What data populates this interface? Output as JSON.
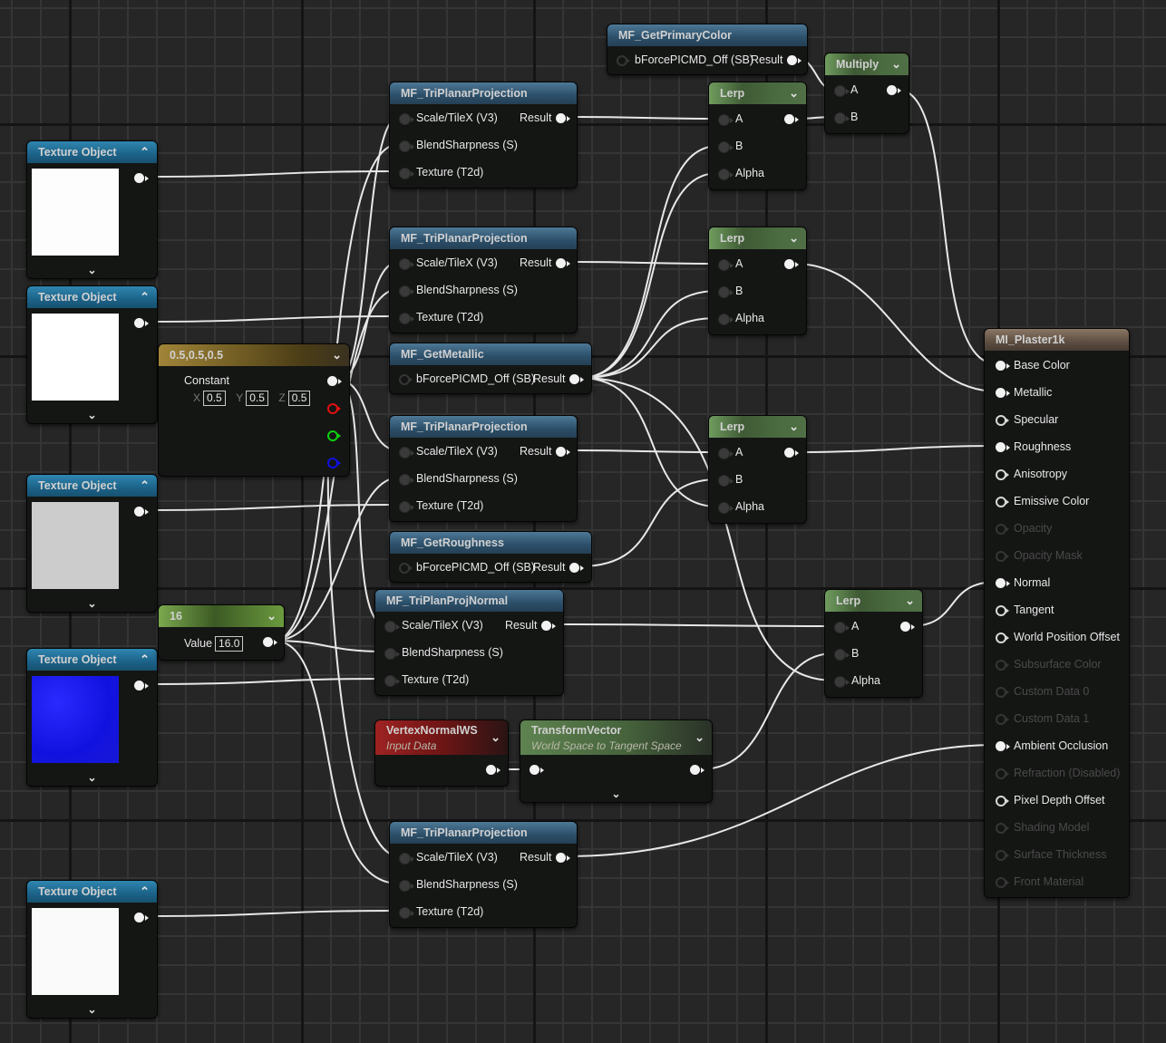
{
  "textures": [
    {
      "title": "Texture Object",
      "preview_color": "#fdfdfd"
    },
    {
      "title": "Texture Object",
      "preview_color": "#ffffff"
    },
    {
      "title": "Texture Object",
      "preview_color": "#cccccc"
    },
    {
      "title": "Texture Object",
      "preview_color": "#1a1ae8"
    },
    {
      "title": "Texture Object",
      "preview_color": "#fafafa"
    }
  ],
  "constant3": {
    "title": "0.5,0.5,0.5",
    "label": "Constant",
    "x_label": "X",
    "x": "0.5",
    "y_label": "Y",
    "y": "0.5",
    "z_label": "Z",
    "z": "0.5"
  },
  "scalar": {
    "title": "16",
    "label": "Value",
    "value": "16.0"
  },
  "triplanar": {
    "title": "MF_TriPlanarProjection",
    "in1": "Scale/TileX (V3)",
    "in2": "BlendSharpness (S)",
    "in3": "Texture (T2d)",
    "out": "Result"
  },
  "triplanar_normal": {
    "title": "MF_TriPlanProjNormal",
    "in1": "Scale/TileX (V3)",
    "in2": "BlendSharpness (S)",
    "in3": "Texture (T2d)",
    "out": "Result"
  },
  "get_primary": {
    "title": "MF_GetPrimaryColor",
    "in": "bForcePICMD_Off (SB)",
    "out": "Result"
  },
  "get_metallic": {
    "title": "MF_GetMetallic",
    "in": "bForcePICMD_Off (SB)",
    "out": "Result"
  },
  "get_roughness": {
    "title": "MF_GetRoughness",
    "in": "bForcePICMD_Off (SB)",
    "out": "Result"
  },
  "multiply": {
    "title": "Multiply",
    "a": "A",
    "b": "B"
  },
  "lerp": {
    "title": "Lerp",
    "a": "A",
    "b": "B",
    "alpha": "Alpha"
  },
  "vertex_normal": {
    "title": "VertexNormalWS",
    "subtitle": "Input Data"
  },
  "transform_vector": {
    "title": "TransformVector",
    "subtitle": "World Space to Tangent Space"
  },
  "material": {
    "title": "MI_Plaster1k",
    "inputs": [
      {
        "label": "Base Color",
        "state": "connected"
      },
      {
        "label": "Metallic",
        "state": "connected"
      },
      {
        "label": "Specular",
        "state": "enabled"
      },
      {
        "label": "Roughness",
        "state": "connected"
      },
      {
        "label": "Anisotropy",
        "state": "enabled"
      },
      {
        "label": "Emissive Color",
        "state": "enabled"
      },
      {
        "label": "Opacity",
        "state": "disabled"
      },
      {
        "label": "Opacity Mask",
        "state": "disabled"
      },
      {
        "label": "Normal",
        "state": "connected"
      },
      {
        "label": "Tangent",
        "state": "enabled"
      },
      {
        "label": "World Position Offset",
        "state": "enabled"
      },
      {
        "label": "Subsurface Color",
        "state": "disabled"
      },
      {
        "label": "Custom Data 0",
        "state": "disabled"
      },
      {
        "label": "Custom Data 1",
        "state": "disabled"
      },
      {
        "label": "Ambient Occlusion",
        "state": "connected"
      },
      {
        "label": "Refraction (Disabled)",
        "state": "disabled"
      },
      {
        "label": "Pixel Depth Offset",
        "state": "enabled"
      },
      {
        "label": "Shading Model",
        "state": "disabled"
      },
      {
        "label": "Surface Thickness",
        "state": "disabled"
      },
      {
        "label": "Front Material",
        "state": "disabled"
      }
    ]
  }
}
